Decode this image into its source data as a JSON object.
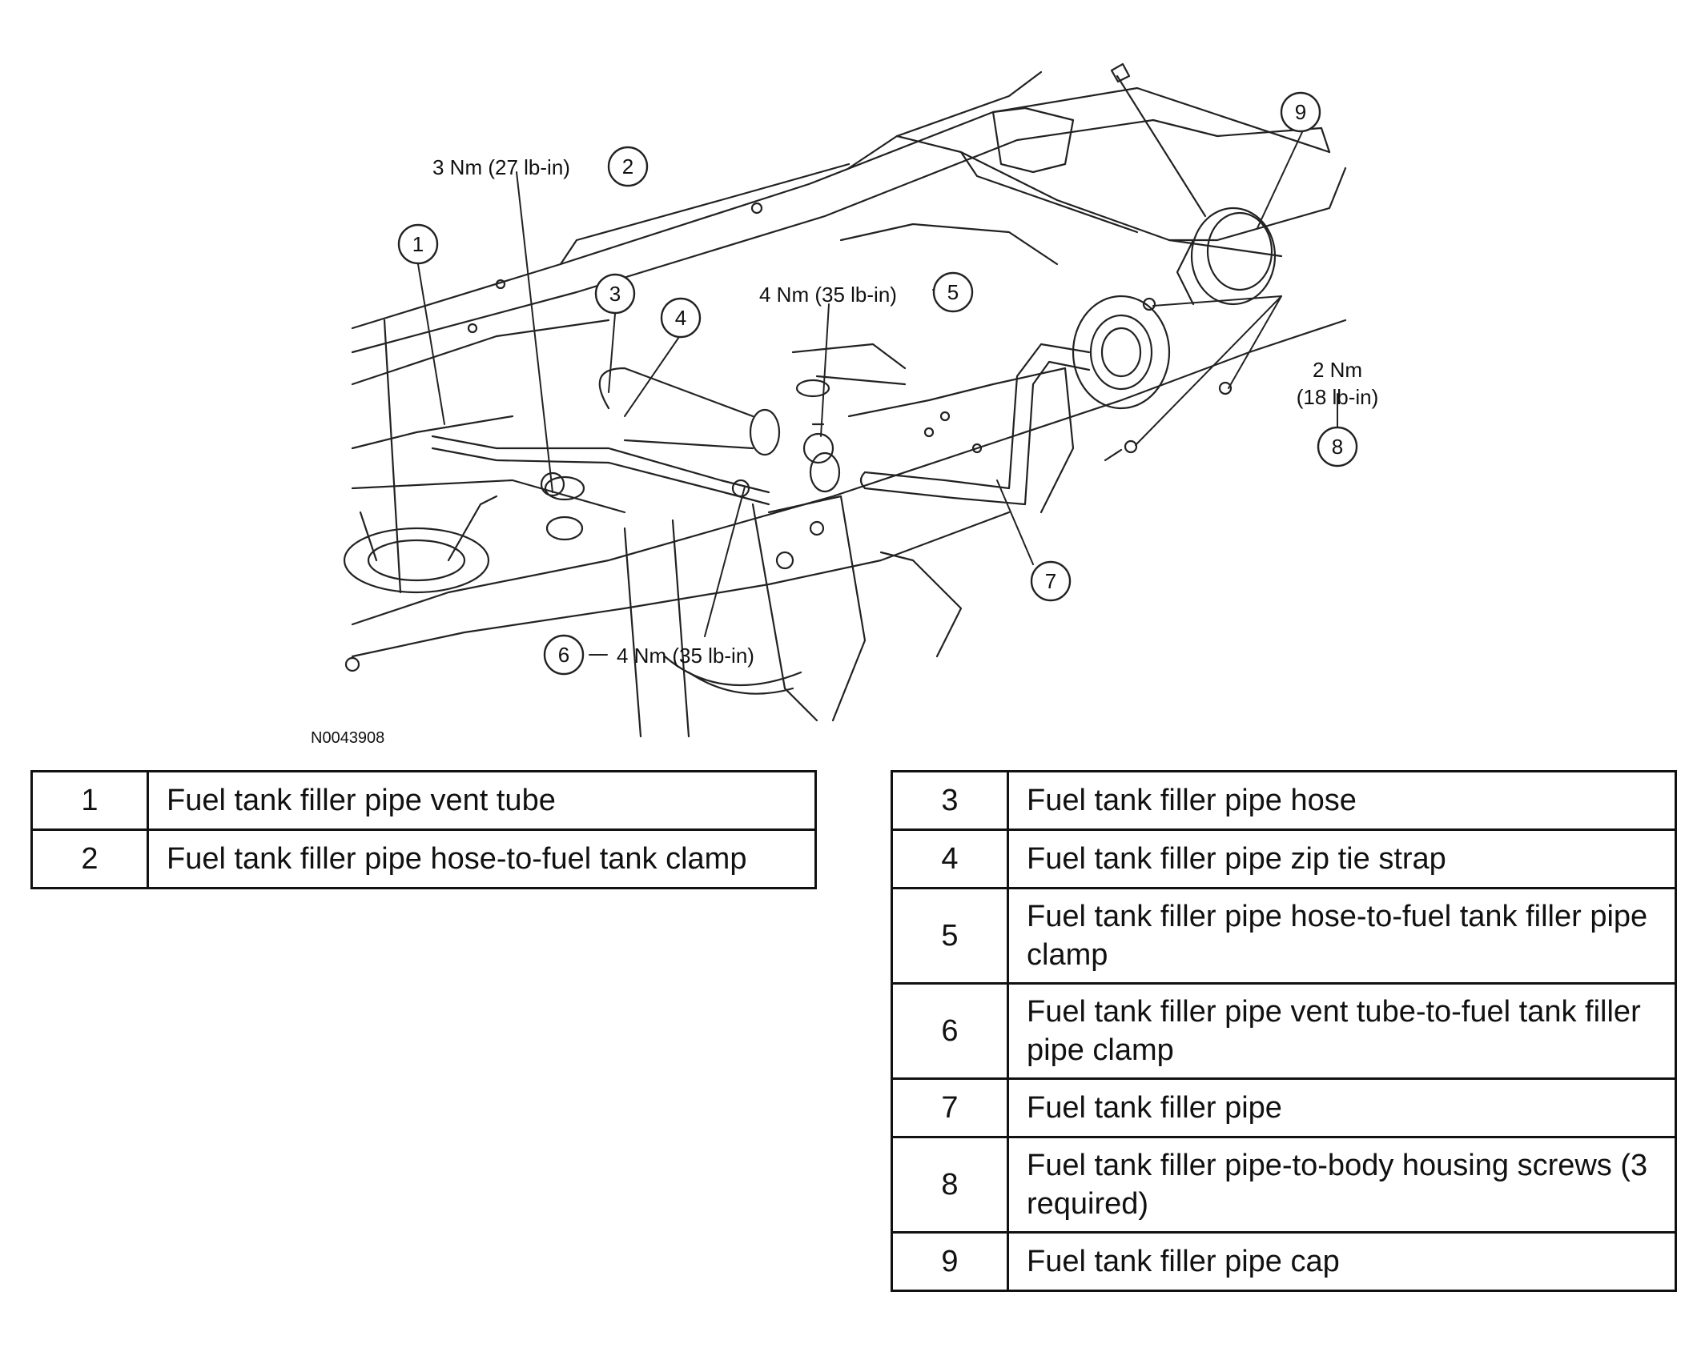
{
  "figure_id": "N0043908",
  "callouts": [
    {
      "num": "1"
    },
    {
      "num": "2",
      "label": "3 Nm (27 lb-in)"
    },
    {
      "num": "3"
    },
    {
      "num": "4"
    },
    {
      "num": "5",
      "label": "4 Nm (35 lb-in)"
    },
    {
      "num": "6",
      "label": "4 Nm (35 lb-in)"
    },
    {
      "num": "7"
    },
    {
      "num": "8",
      "label_line1": "2 Nm",
      "label_line2": "(18 lb-in)"
    },
    {
      "num": "9"
    }
  ],
  "legend_left": [
    {
      "num": "1",
      "desc": "Fuel tank filler pipe vent tube"
    },
    {
      "num": "2",
      "desc": "Fuel tank filler pipe hose-to-fuel tank clamp"
    }
  ],
  "legend_right": [
    {
      "num": "3",
      "desc": "Fuel tank filler pipe hose"
    },
    {
      "num": "4",
      "desc": "Fuel tank filler pipe zip tie strap"
    },
    {
      "num": "5",
      "desc": "Fuel tank filler pipe hose-to-fuel tank filler pipe clamp"
    },
    {
      "num": "6",
      "desc": "Fuel tank filler pipe vent tube-to-fuel tank filler pipe clamp"
    },
    {
      "num": "7",
      "desc": "Fuel tank filler pipe"
    },
    {
      "num": "8",
      "desc": "Fuel tank filler pipe-to-body housing screws (3 required)"
    },
    {
      "num": "9",
      "desc": "Fuel tank filler pipe cap"
    }
  ]
}
